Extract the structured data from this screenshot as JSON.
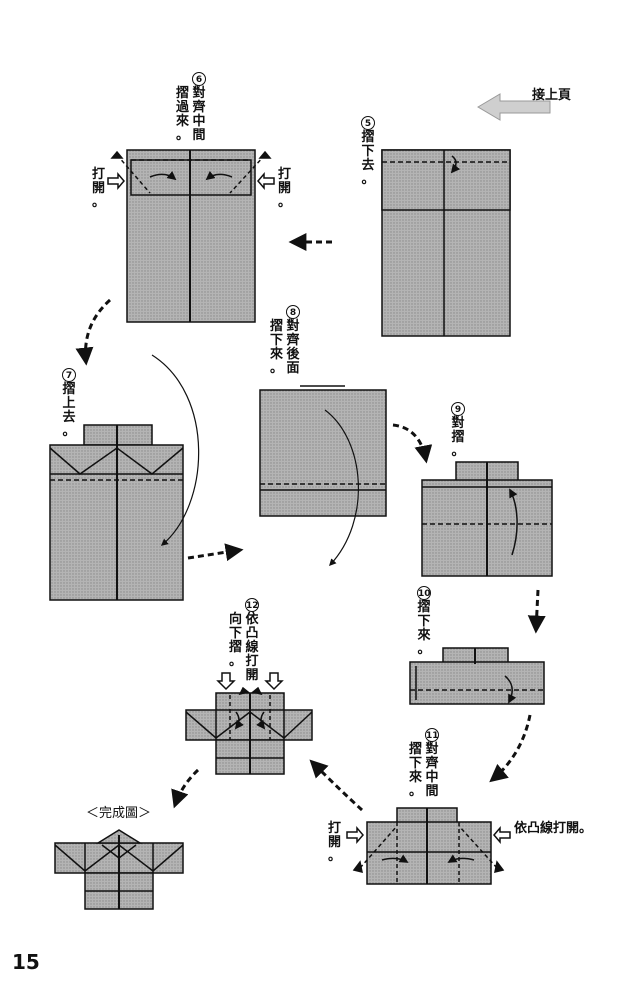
{
  "header": {
    "continued_label": "接上頁"
  },
  "steps": [
    {
      "id": "5",
      "num": "5",
      "columns": [
        "摺下去。"
      ]
    },
    {
      "id": "6",
      "num": "6",
      "columns": [
        "摺過來。",
        "對齊中間"
      ]
    },
    {
      "id": "7",
      "num": "7",
      "columns": [
        "摺上去。"
      ]
    },
    {
      "id": "8",
      "num": "8",
      "columns": [
        "摺下來。",
        "對齊後面"
      ]
    },
    {
      "id": "9",
      "num": "9",
      "columns": [
        "對摺。"
      ]
    },
    {
      "id": "10",
      "num": "10",
      "columns": [
        "摺下來。"
      ]
    },
    {
      "id": "11",
      "num": "11",
      "columns": [
        "摺下來。",
        "對齊中間"
      ]
    },
    {
      "id": "12",
      "num": "12",
      "columns": [
        "向下摺。",
        "依凸線打開"
      ]
    }
  ],
  "side_labels": {
    "open": "打開。",
    "open_by_convex": "依凸線打開。"
  },
  "finished_label": "＜完成圖＞",
  "page_number": "15",
  "colors": {
    "paper": "#a8a8a8",
    "line": "#111111",
    "background": "#ffffff"
  }
}
